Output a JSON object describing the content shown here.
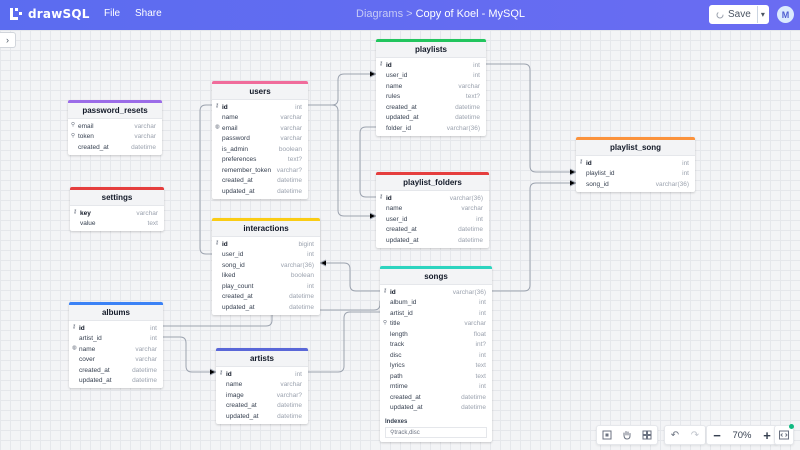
{
  "app": {
    "name": "drawSQL"
  },
  "menu": {
    "file": "File",
    "share": "Share"
  },
  "breadcrumb": {
    "parent": "Diagrams >",
    "current": "Copy of Koel - MySQL"
  },
  "actions": {
    "save": "Save",
    "avatar": "M"
  },
  "zoom": {
    "level": "70%",
    "minus": "−",
    "plus": "+"
  },
  "colors": {
    "topbar": "#5b6cf0",
    "purple": "#9b6ce8",
    "pink": "#f06c9b",
    "red": "#e53e3e",
    "green": "#22c55e",
    "yellow": "#facc15",
    "teal": "#2dd4bf",
    "orange": "#fb923c",
    "blue": "#3b82f6",
    "indigo": "#5a67d8"
  },
  "tables": [
    {
      "key": "password_resets",
      "name": "password_resets",
      "color": "#9b6ce8",
      "columns": [
        {
          "name": "email",
          "type": "varchar",
          "icon": "index"
        },
        {
          "name": "token",
          "type": "varchar",
          "icon": "index"
        },
        {
          "name": "created_at",
          "type": "datetime"
        }
      ]
    },
    {
      "key": "settings",
      "name": "settings",
      "color": "#e53e3e",
      "columns": [
        {
          "name": "key",
          "type": "varchar",
          "icon": "key"
        },
        {
          "name": "value",
          "type": "text"
        }
      ]
    },
    {
      "key": "users",
      "name": "users",
      "color": "#f06c9b",
      "columns": [
        {
          "name": "id",
          "type": "int",
          "icon": "key"
        },
        {
          "name": "name",
          "type": "varchar"
        },
        {
          "name": "email",
          "type": "varchar",
          "icon": "unique"
        },
        {
          "name": "password",
          "type": "varchar"
        },
        {
          "name": "is_admin",
          "type": "boolean"
        },
        {
          "name": "preferences",
          "type": "text?"
        },
        {
          "name": "remember_token",
          "type": "varchar?"
        },
        {
          "name": "created_at",
          "type": "datetime"
        },
        {
          "name": "updated_at",
          "type": "datetime"
        }
      ]
    },
    {
      "key": "playlists",
      "name": "playlists",
      "color": "#22c55e",
      "columns": [
        {
          "name": "id",
          "type": "int",
          "icon": "key"
        },
        {
          "name": "user_id",
          "type": "int"
        },
        {
          "name": "name",
          "type": "varchar"
        },
        {
          "name": "rules",
          "type": "text?"
        },
        {
          "name": "created_at",
          "type": "datetime"
        },
        {
          "name": "updated_at",
          "type": "datetime"
        },
        {
          "name": "folder_id",
          "type": "varchar(36)"
        }
      ]
    },
    {
      "key": "playlist_folders",
      "name": "playlist_folders",
      "color": "#e53e3e",
      "columns": [
        {
          "name": "id",
          "type": "varchar(36)",
          "icon": "key"
        },
        {
          "name": "name",
          "type": "varchar"
        },
        {
          "name": "user_id",
          "type": "int"
        },
        {
          "name": "created_at",
          "type": "datetime"
        },
        {
          "name": "updated_at",
          "type": "datetime"
        }
      ]
    },
    {
      "key": "playlist_song",
      "name": "playlist_song",
      "color": "#fb923c",
      "columns": [
        {
          "name": "id",
          "type": "int",
          "icon": "key"
        },
        {
          "name": "playlist_id",
          "type": "int"
        },
        {
          "name": "song_id",
          "type": "varchar(36)"
        }
      ]
    },
    {
      "key": "interactions",
      "name": "interactions",
      "color": "#facc15",
      "columns": [
        {
          "name": "id",
          "type": "bigint",
          "icon": "key"
        },
        {
          "name": "user_id",
          "type": "int"
        },
        {
          "name": "song_id",
          "type": "varchar(36)"
        },
        {
          "name": "liked",
          "type": "boolean"
        },
        {
          "name": "play_count",
          "type": "int"
        },
        {
          "name": "created_at",
          "type": "datetime"
        },
        {
          "name": "updated_at",
          "type": "datetime"
        }
      ]
    },
    {
      "key": "songs",
      "name": "songs",
      "color": "#2dd4bf",
      "columns": [
        {
          "name": "id",
          "type": "varchar(36)",
          "icon": "key"
        },
        {
          "name": "album_id",
          "type": "int"
        },
        {
          "name": "artist_id",
          "type": "int"
        },
        {
          "name": "title",
          "type": "varchar",
          "icon": "index"
        },
        {
          "name": "length",
          "type": "float"
        },
        {
          "name": "track",
          "type": "int?"
        },
        {
          "name": "disc",
          "type": "int"
        },
        {
          "name": "lyrics",
          "type": "text"
        },
        {
          "name": "path",
          "type": "text"
        },
        {
          "name": "mtime",
          "type": "int"
        },
        {
          "name": "created_at",
          "type": "datetime"
        },
        {
          "name": "updated_at",
          "type": "datetime"
        }
      ],
      "indexes_title": "Indexes",
      "index": "track,disc"
    },
    {
      "key": "albums",
      "name": "albums",
      "color": "#3b82f6",
      "columns": [
        {
          "name": "id",
          "type": "int",
          "icon": "key"
        },
        {
          "name": "artist_id",
          "type": "int"
        },
        {
          "name": "name",
          "type": "varchar",
          "icon": "unique"
        },
        {
          "name": "cover",
          "type": "varchar"
        },
        {
          "name": "created_at",
          "type": "datetime"
        },
        {
          "name": "updated_at",
          "type": "datetime"
        }
      ]
    },
    {
      "key": "artists",
      "name": "artists",
      "color": "#5a67d8",
      "columns": [
        {
          "name": "id",
          "type": "int",
          "icon": "key"
        },
        {
          "name": "name",
          "type": "varchar"
        },
        {
          "name": "image",
          "type": "varchar?"
        },
        {
          "name": "created_at",
          "type": "datetime"
        },
        {
          "name": "updated_at",
          "type": "datetime"
        }
      ]
    }
  ]
}
